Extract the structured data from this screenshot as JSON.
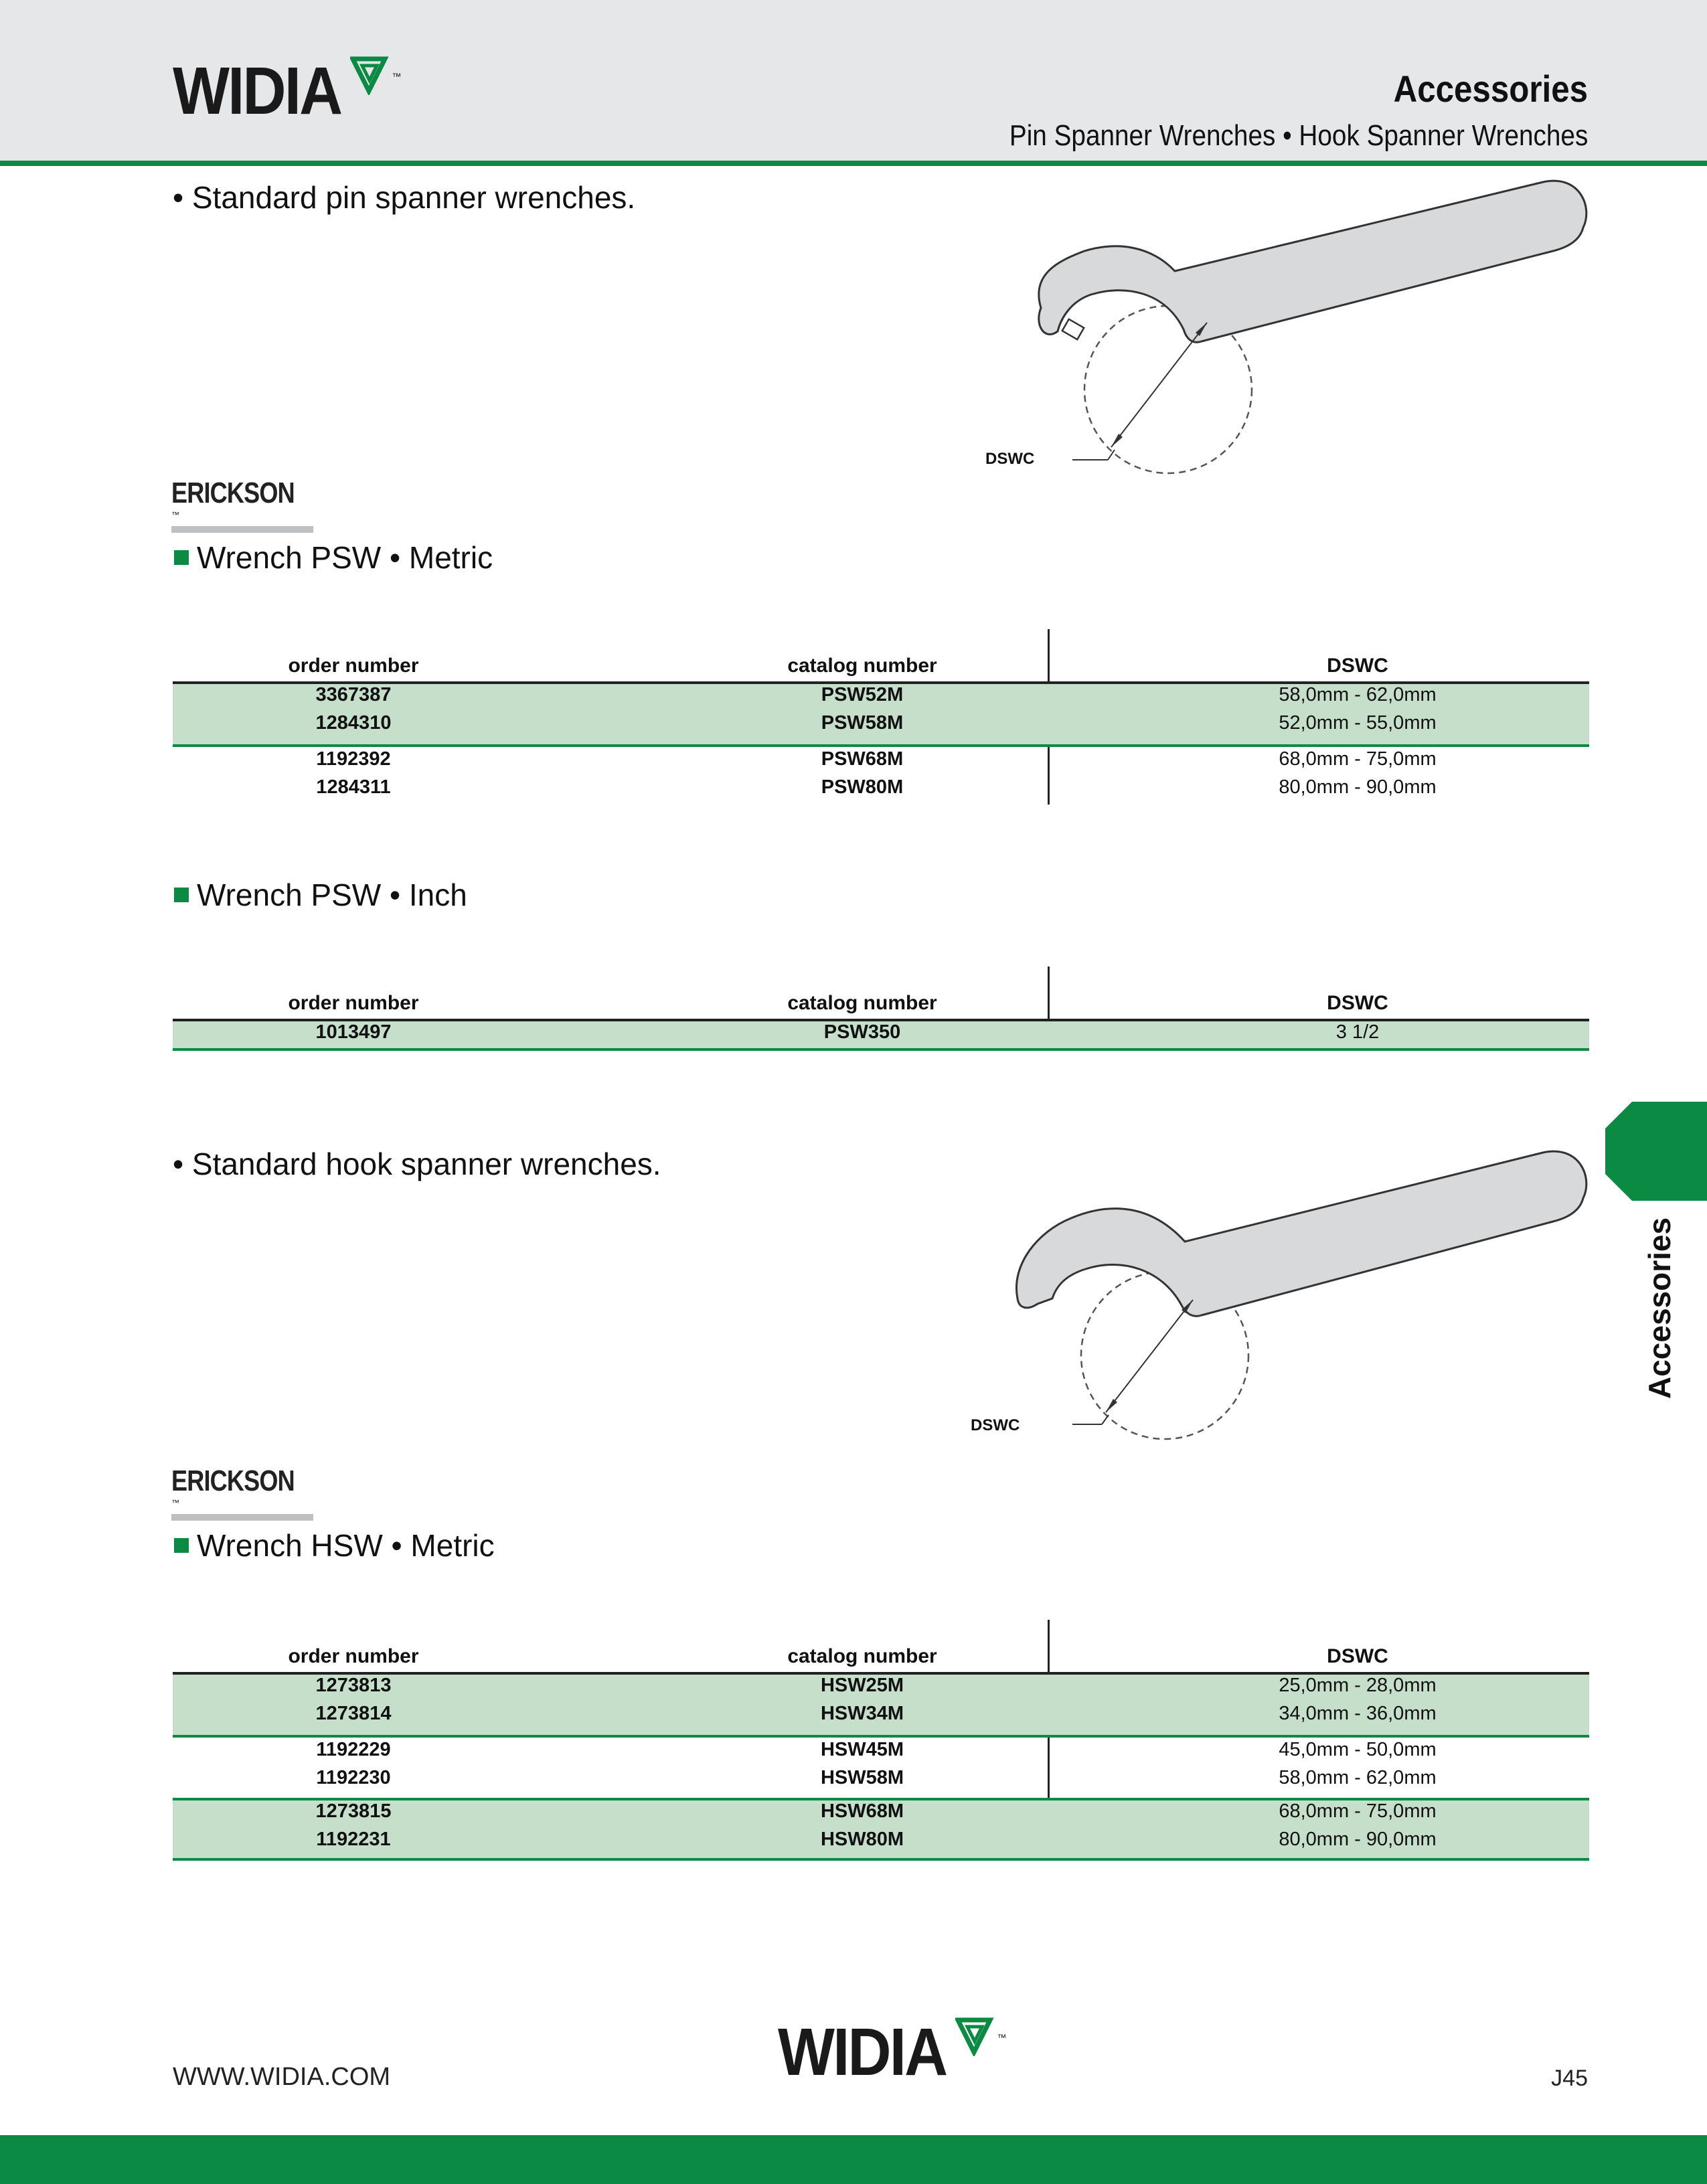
{
  "brand": {
    "name": "WIDIA",
    "tm": "™",
    "green": "#0b8a43",
    "shade": "#c6dfca"
  },
  "header": {
    "title": "Accessories",
    "subtitle": "Pin Spanner Wrenches • Hook Spanner Wrenches"
  },
  "pin_section": {
    "intro": "• Standard pin spanner wrenches.",
    "figure_label": "DSWC",
    "brand_label": "ERICKSON",
    "tm": "™"
  },
  "columns": {
    "order": "order number",
    "catalog": "catalog number",
    "dswc": "DSWC"
  },
  "psw_metric": {
    "title": "Wrench PSW • Metric",
    "groups": [
      [
        {
          "order": "3367387",
          "catalog": "PSW52M",
          "dswc": "58,0mm - 62,0mm"
        },
        {
          "order": "1284310",
          "catalog": "PSW58M",
          "dswc": "52,0mm - 55,0mm"
        }
      ],
      [
        {
          "order": "1192392",
          "catalog": "PSW68M",
          "dswc": "68,0mm - 75,0mm"
        },
        {
          "order": "1284311",
          "catalog": "PSW80M",
          "dswc": "80,0mm - 90,0mm"
        }
      ]
    ]
  },
  "psw_inch": {
    "title": "Wrench PSW • Inch",
    "groups": [
      [
        {
          "order": "1013497",
          "catalog": "PSW350",
          "dswc": "3 1/2"
        }
      ]
    ]
  },
  "hook_section": {
    "intro": "• Standard hook spanner wrenches.",
    "figure_label": "DSWC",
    "brand_label": "ERICKSON",
    "tm": "™"
  },
  "hsw_metric": {
    "title": "Wrench HSW • Metric",
    "groups": [
      [
        {
          "order": "1273813",
          "catalog": "HSW25M",
          "dswc": "25,0mm - 28,0mm"
        },
        {
          "order": "1273814",
          "catalog": "HSW34M",
          "dswc": "34,0mm - 36,0mm"
        }
      ],
      [
        {
          "order": "1192229",
          "catalog": "HSW45M",
          "dswc": "45,0mm - 50,0mm"
        },
        {
          "order": "1192230",
          "catalog": "HSW58M",
          "dswc": "58,0mm - 62,0mm"
        }
      ],
      [
        {
          "order": "1273815",
          "catalog": "HSW68M",
          "dswc": "68,0mm - 75,0mm"
        },
        {
          "order": "1192231",
          "catalog": "HSW80M",
          "dswc": "80,0mm - 90,0mm"
        }
      ]
    ]
  },
  "side_tab": {
    "label": "Accessories"
  },
  "footer": {
    "url": "WWW.WIDIA.COM",
    "page": "J45"
  }
}
